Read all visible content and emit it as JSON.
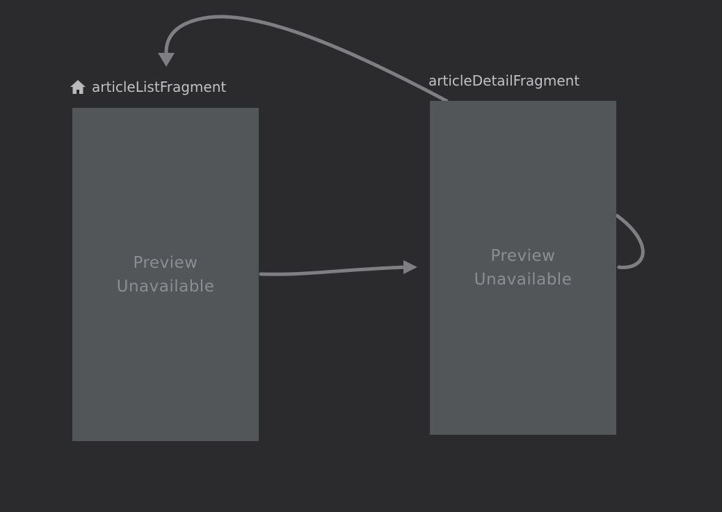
{
  "destinations": [
    {
      "name": "articleListFragment",
      "is_start_destination": true,
      "start_icon": "home-icon",
      "preview_line1": "Preview",
      "preview_line2": "Unavailable"
    },
    {
      "name": "articleDetailFragment",
      "is_start_destination": false,
      "preview_line1": "Preview",
      "preview_line2": "Unavailable"
    }
  ],
  "actions": [
    {
      "from": "articleListFragment",
      "to": "articleDetailFragment"
    },
    {
      "from": "articleDetailFragment",
      "to": "articleListFragment"
    },
    {
      "from": "articleDetailFragment",
      "to": "articleDetailFragment"
    }
  ],
  "colors": {
    "canvas_background": "#2b2b2d",
    "destination_fill": "#525659",
    "preview_text": "#8b8e92",
    "title_text": "#bfc1c4",
    "action_line": "#7d7f83"
  }
}
